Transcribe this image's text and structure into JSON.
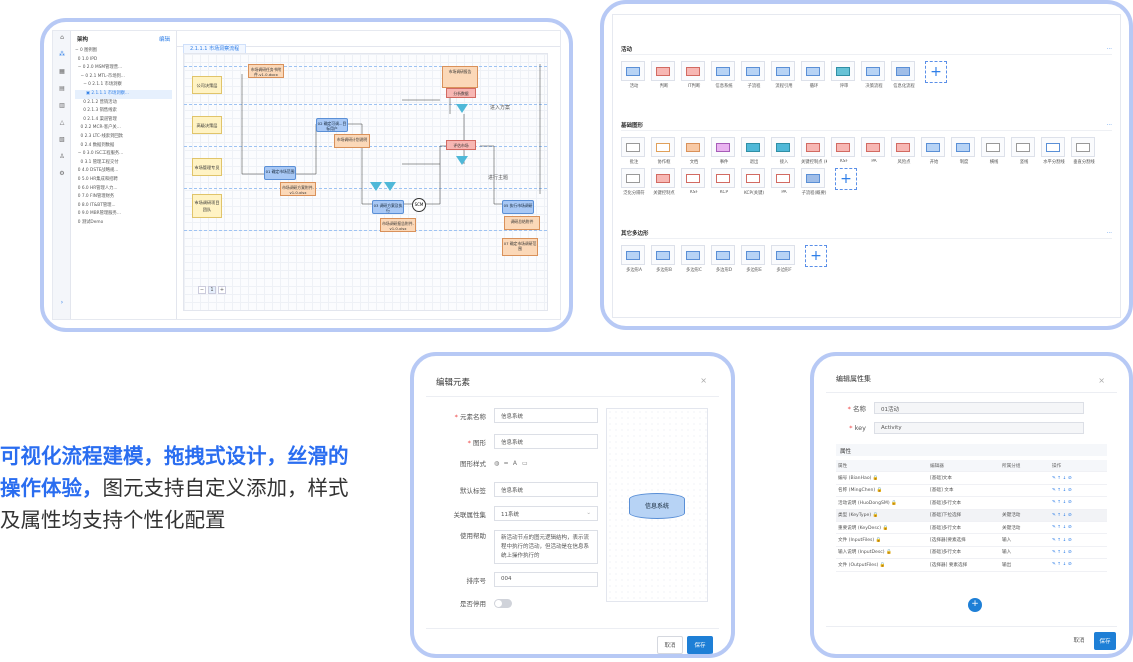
{
  "marketing": {
    "highlight": "可视化流程建模，拖拽式设计，丝滑的操作体验，",
    "rest": "图元支持自定义添加，样式及属性均支持个性化配置"
  },
  "editor": {
    "tree_title": "架构",
    "tree_action": "编辑",
    "tab": "2.1.1.1 市场洞察流程",
    "tree_items": [
      "− 0 图例图",
      "  0 1.0 IPD",
      "  − 0 2.0 MSM管理营...",
      "    − 0 2.1 MTL-市场到...",
      "      − 0 2.1.1 市场洞察",
      "        ▣ 2.1.1.1 市场洞察...",
      "      0 2.1.2 营销活动",
      "      0 2.1.3 销售线索",
      "      0 2.1.4 渠道管理",
      "    0 2.2 MCR-客户关...",
      "    0 2.3 LTC-线索到回款",
      "    0 2.4 数据到数据",
      "  − 0 3.0 ISC工程服务...",
      "    0 3.1 管理工程交付",
      "  0 4.0 DSTE战略规...",
      "  0 5.0 HR集成和招聘",
      "  0 6.0 HR管理人力...",
      "  0 7.0 FIN管理财务",
      "  0 8.0 IT&BT管理...",
      "  0 9.0 MBR管理服务...",
      "  0 测试Demo"
    ],
    "lanes": [
      "公司决策层",
      "高级决策层",
      "市场管理专员",
      "市场调研项目团队"
    ],
    "nodes_blue": [
      "01 确定市场范围",
      "02 确定可调...目标用户",
      "03 调研方案及执行",
      "05 执行市场调研",
      "07 确定市场调研范围"
    ],
    "nodes_orange": [
      "市场调研任务书附件-v1.0.docx",
      "市场调研方案附件-v1.0.xlsx",
      "市场调研计划说明",
      "市场调研报告附件-v1.0.xlsx",
      "市场调研报告",
      "调研总结附件"
    ],
    "nodes_red": [
      "分析数据",
      "评估市场",
      "审批"
    ],
    "circle": "SCM",
    "side_notes": [
      "进入方案",
      "进行主题"
    ],
    "zoom": [
      "−",
      "1",
      "+"
    ]
  },
  "palette": {
    "more": "…",
    "sections": [
      {
        "title": "活动",
        "items": [
          {
            "label": "活动",
            "fill": "#b7d3f5",
            "stroke": "#5a8fd6"
          },
          {
            "label": "判断",
            "fill": "#f7b7b3",
            "stroke": "#d26a62"
          },
          {
            "label": "IT判断",
            "fill": "#f7b7b3",
            "stroke": "#d26a62"
          },
          {
            "label": "信息系统",
            "fill": "#b7d3f5",
            "stroke": "#5a8fd6"
          },
          {
            "label": "子流程",
            "fill": "#b7d3f5",
            "stroke": "#5a8fd6"
          },
          {
            "label": "流程引用",
            "fill": "#b7d3f5",
            "stroke": "#5a8fd6"
          },
          {
            "label": "循环",
            "fill": "#b7d3f5",
            "stroke": "#5a8fd6"
          },
          {
            "label": "评审",
            "fill": "#66c2d6",
            "stroke": "#2f8fa6"
          },
          {
            "label": "决策流程",
            "fill": "#b7d3f5",
            "stroke": "#5a8fd6"
          },
          {
            "label": "信息化流程",
            "fill": "#9fbde8",
            "stroke": "#5a8fd6"
          }
        ]
      },
      {
        "title": "基础图形",
        "items": [
          {
            "label": "批注",
            "fill": "#ffffff",
            "stroke": "#999"
          },
          {
            "label": "协作框",
            "fill": "#ffffff",
            "stroke": "#e0a05a"
          },
          {
            "label": "文档",
            "fill": "#f8c9a5",
            "stroke": "#d9915a"
          },
          {
            "label": "事件",
            "fill": "#e9b3f0",
            "stroke": "#a65db8"
          },
          {
            "label": "退出",
            "fill": "#4fb8d8",
            "stroke": "#2f8fa6"
          },
          {
            "label": "接入",
            "fill": "#4fb8d8",
            "stroke": "#2f8fa6"
          },
          {
            "label": "关键控制点 (KCP)",
            "fill": "#f7b7b3",
            "stroke": "#d26a62"
          },
          {
            "label": "KSF",
            "fill": "#f7b7b3",
            "stroke": "#d26a62"
          },
          {
            "label": "PA",
            "fill": "#f7b7b3",
            "stroke": "#d26a62"
          },
          {
            "label": "风险点",
            "fill": "#f7b7b3",
            "stroke": "#d26a62"
          },
          {
            "label": "开始",
            "fill": "#b7d3f5",
            "stroke": "#5a8fd6"
          },
          {
            "label": "制度",
            "fill": "#b7d3f5",
            "stroke": "#5a8fd6"
          },
          {
            "label": "横线",
            "fill": "#ffffff",
            "stroke": "#999"
          },
          {
            "label": "竖线",
            "fill": "#ffffff",
            "stroke": "#999"
          },
          {
            "label": "水平分割线",
            "fill": "#ffffff",
            "stroke": "#5a8fd6"
          },
          {
            "label": "垂直分割线",
            "fill": "#ffffff",
            "stroke": "#999"
          },
          {
            "label": "泛化分隔符",
            "fill": "#ffffff",
            "stroke": "#999"
          },
          {
            "label": "关键控制点",
            "fill": "#f7b7b3",
            "stroke": "#d26a62"
          },
          {
            "label": "KSF",
            "fill": "#ffffff",
            "stroke": "#d26a62"
          },
          {
            "label": "KCP",
            "fill": "#ffffff",
            "stroke": "#d26a62"
          },
          {
            "label": "KCP(关键)",
            "fill": "#ffffff",
            "stroke": "#d26a62"
          },
          {
            "label": "PA",
            "fill": "#ffffff",
            "stroke": "#d26a62"
          },
          {
            "label": "子流程(概要)",
            "fill": "#9fbde8",
            "stroke": "#5a8fd6"
          }
        ]
      },
      {
        "title": "其它多边形",
        "items": [
          {
            "label": "多边形A",
            "fill": "#b7d3f5",
            "stroke": "#5a8fd6"
          },
          {
            "label": "多边形B",
            "fill": "#b7d3f5",
            "stroke": "#5a8fd6"
          },
          {
            "label": "多边形C",
            "fill": "#b7d3f5",
            "stroke": "#5a8fd6"
          },
          {
            "label": "多边形D",
            "fill": "#b7d3f5",
            "stroke": "#5a8fd6"
          },
          {
            "label": "多边形E",
            "fill": "#b7d3f5",
            "stroke": "#5a8fd6"
          },
          {
            "label": "多边形F",
            "fill": "#b7d3f5",
            "stroke": "#5a8fd6"
          }
        ]
      }
    ]
  },
  "element_dialog": {
    "title": "编辑元素",
    "fields": {
      "name_label": "元素名称",
      "name_value": "信息系统",
      "shape_label": "图形",
      "shape_value": "信息系统",
      "style_label": "图形样式",
      "tag_label": "默认标签",
      "tag_value": "信息系统",
      "attrset_label": "关联属性集",
      "attrset_value": "11系统",
      "help_label": "使用帮助",
      "help_value": "新活动节点的图元逻辑结构，表示流程中执行的活动，但活动是在信息系统上操作执行的",
      "order_label": "排序号",
      "order_value": "004",
      "enabled_label": "是否停用"
    },
    "preview": "信息系统",
    "cancel": "取消",
    "save": "保存"
  },
  "attr_dialog": {
    "title": "编辑属性集",
    "name_label": "名称",
    "name_value": "01活动",
    "key_label": "key",
    "key_value": "Activity",
    "section": "属性",
    "headers": [
      "属性",
      "编辑器",
      "所属分组",
      "操作"
    ],
    "rows": [
      [
        "编号 (BianHao) 🔒",
        "[基础]文本",
        ""
      ],
      [
        "名称 (MingChen) 🔒",
        "[基础] 文本",
        ""
      ],
      [
        "活动说明 (HuoDongSM) 🔒",
        "[基础]多行文本",
        ""
      ],
      [
        "类型 (KeyType) 🔒",
        "[基础]下拉选择",
        "关键活动"
      ],
      [
        "重要说明 (KeyDesc) 🔒",
        "[基础]多行文本",
        "关键活动"
      ],
      [
        "文件 (InputFiles) 🔒",
        "[选择器]要素选择",
        "输入"
      ],
      [
        "输入说明 (InputDesc) 🔒",
        "[基础]多行文本",
        "输入"
      ],
      [
        "文件 (OutputFiles) 🔒",
        "[选择器] 要素选择",
        "输出"
      ]
    ],
    "ops": "✎ ↑ ↓ ⊘",
    "cancel": "取消",
    "save": "保存"
  }
}
